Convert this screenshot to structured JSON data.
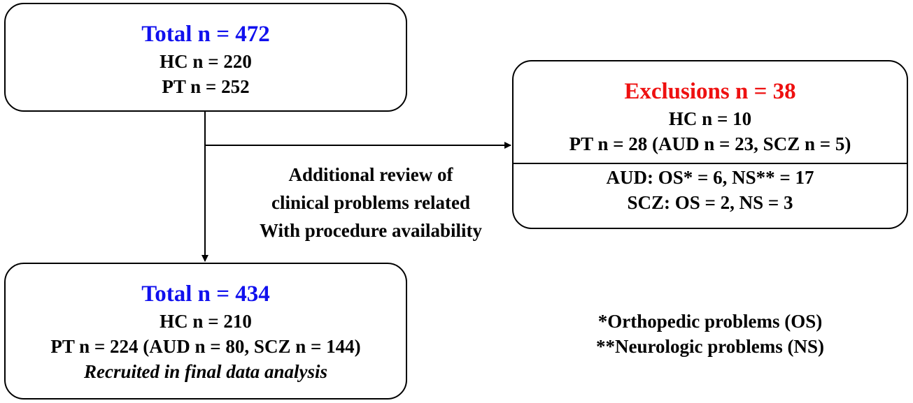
{
  "start_box": {
    "title": "Total n = 472",
    "hc": "HC n = 220",
    "pt": "PT n = 252"
  },
  "exclusions_box": {
    "title": "Exclusions n = 38",
    "hc": "HC n = 10",
    "pt": "PT n = 28 (AUD n = 23, SCZ n = 5)",
    "aud": "AUD: OS* = 6, NS** = 17",
    "scz": "SCZ: OS = 2, NS = 3"
  },
  "review_note": {
    "line1": "Additional review of",
    "line2": "clinical problems related",
    "line3": "With procedure availability"
  },
  "final_box": {
    "title": "Total n = 434",
    "hc": "HC n = 210",
    "pt": "PT n = 224 (AUD n = 80, SCZ n = 144)",
    "note": "Recruited in final data analysis"
  },
  "footnotes": {
    "os": "*Orthopedic problems (OS)",
    "ns": "**Neurologic problems (NS)"
  },
  "colors": {
    "total_title": "#1010ee",
    "exclusions_title": "#ee1010"
  }
}
